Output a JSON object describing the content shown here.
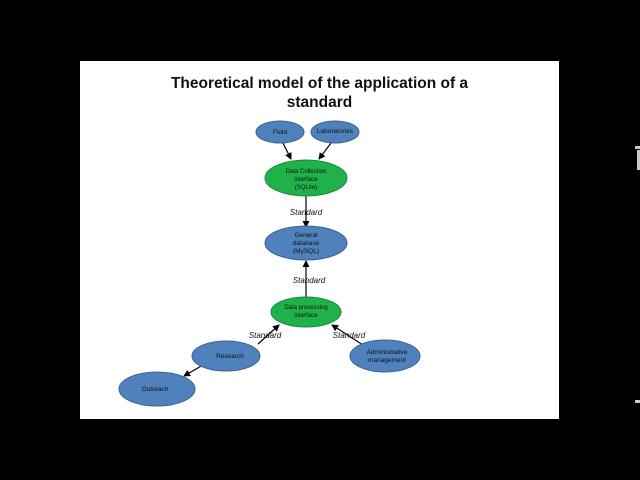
{
  "slide": {
    "title_line1": "Theoretical model of the application of a",
    "title_line2": "standard"
  },
  "colors": {
    "blue_fill": "#4f81bd",
    "blue_stroke": "#3a6494",
    "green_fill": "#1fb24a",
    "green_stroke": "#178a39",
    "background": "#000000",
    "slide": "#ffffff"
  },
  "nodes": {
    "field": {
      "label": [
        "Field"
      ],
      "color": "blue"
    },
    "laboratories": {
      "label": [
        "Laboratories"
      ],
      "color": "blue"
    },
    "data_collection": {
      "label": [
        "Data Collection",
        "interface",
        "(SQLite)"
      ],
      "color": "green"
    },
    "general_database": {
      "label": [
        "General",
        "database",
        "(MySQL)"
      ],
      "color": "blue"
    },
    "data_processing": {
      "label": [
        "Data processing",
        "interface"
      ],
      "color": "green"
    },
    "research": {
      "label": [
        "Research"
      ],
      "color": "blue"
    },
    "administrative": {
      "label": [
        "Administrative",
        "management"
      ],
      "color": "blue"
    },
    "outreach": {
      "label": [
        "Outreach"
      ],
      "color": "blue"
    }
  },
  "edge_labels": {
    "standard_1": "Standard",
    "standard_2": "Standard",
    "standard_3": "Standard",
    "standard_4": "Standard"
  }
}
